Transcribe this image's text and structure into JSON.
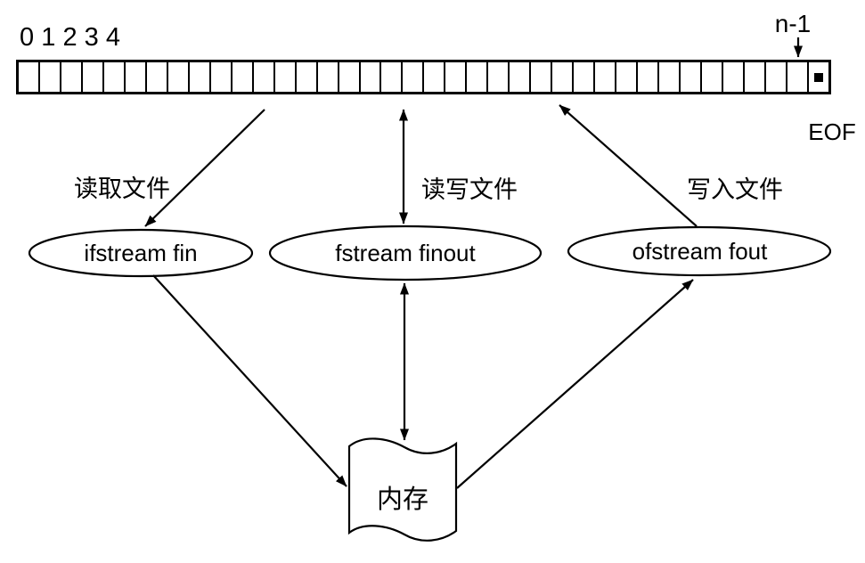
{
  "diagram": {
    "title_semantics": "C++ file stream diagram",
    "colors": {
      "line": "#000000",
      "background": "#ffffff"
    },
    "file_strip": {
      "cell_count": 38,
      "index_labels": [
        "0",
        "1",
        "2",
        "3",
        "4"
      ],
      "n_minus_1_label": "n-1",
      "eof_label": "EOF",
      "eof_marker": "black-square-in-last-cell"
    },
    "edge_labels": {
      "read": "读取文件",
      "read_write": "读写文件",
      "write": "写入文件"
    },
    "nodes": {
      "ifstream": "ifstream fin",
      "fstream": "fstream finout",
      "ofstream": "ofstream fout",
      "memory": "内存"
    }
  }
}
